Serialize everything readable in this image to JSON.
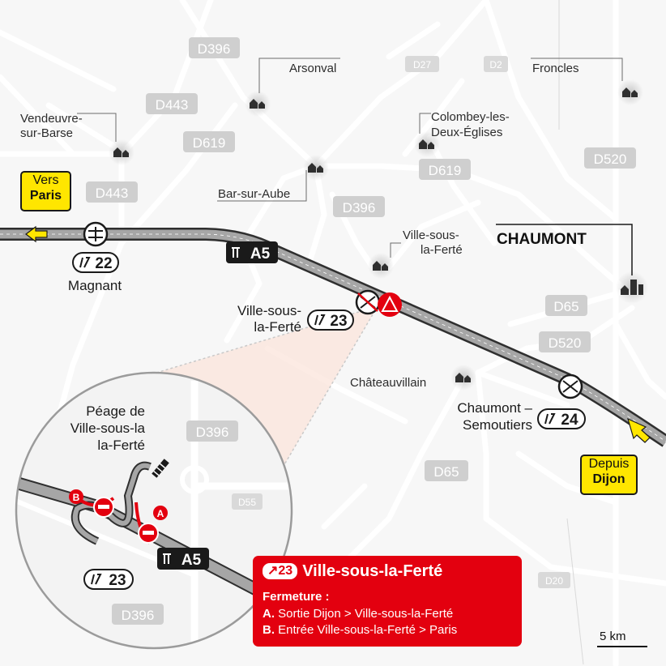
{
  "map": {
    "motorway": "A5",
    "roads": {
      "d396_a": "D396",
      "d396_b": "D396",
      "d396_c": "D396",
      "d396_d": "D396",
      "d443_a": "D443",
      "d443_b": "D443",
      "d619_a": "D619",
      "d619_b": "D619",
      "d27": "D27",
      "d2": "D2",
      "d520_a": "D520",
      "d520_b": "D520",
      "d65_a": "D65",
      "d65_b": "D65",
      "d55": "D55",
      "d20": "D20"
    },
    "towns": {
      "arsonval": "Arsonval",
      "froncles": "Froncles",
      "vendeuvre_1": "Vendeuvre-",
      "vendeuvre_2": "sur-Barse",
      "colombey_1": "Colombey-les-",
      "colombey_2": "Deux-Églises",
      "bar_sur_aube": "Bar-sur-Aube",
      "vslf_town_1": "Ville-sous-",
      "vslf_town_2": "la-Ferté",
      "chaumont": "CHAUMONT",
      "chateauvillain": "Châteauvillain"
    },
    "exits": {
      "e22_number": "22",
      "e22_name": "Magnant",
      "e23_number": "23",
      "e23_name_1": "Ville-sous-",
      "e23_name_2": "la-Ferté",
      "e24_number": "24",
      "e24_name_1": "Chaumont –",
      "e24_name_2": "Semoutiers"
    },
    "direction_west_1": "Vers",
    "direction_west_2": "Paris",
    "direction_east_1": "Depuis",
    "direction_east_2": "Dijon",
    "scale": "5 km"
  },
  "inset": {
    "toll_1": "Péage de",
    "toll_2": "Ville-sous-la",
    "toll_3": "la-Ferté",
    "road_top": "D396",
    "road_bottom": "D396",
    "road_mid": "D55",
    "exit_number": "23",
    "motorway": "A5",
    "marker_a": "A",
    "marker_b": "B"
  },
  "closure": {
    "exit_number": "23",
    "title": "Ville-sous-la-Ferté",
    "heading": "Fermeture :",
    "item_a_key": "A.",
    "item_a": "Sortie Dijon > Ville-sous-la-Ferté",
    "item_b_key": "B.",
    "item_b": "Entrée Ville-sous-la-Ferté > Paris"
  },
  "colors": {
    "motorway": "#9e9e9e",
    "road_badge": "#cfcfcf",
    "closure_red": "#e3000f",
    "direction_yellow": "#ffe600"
  }
}
